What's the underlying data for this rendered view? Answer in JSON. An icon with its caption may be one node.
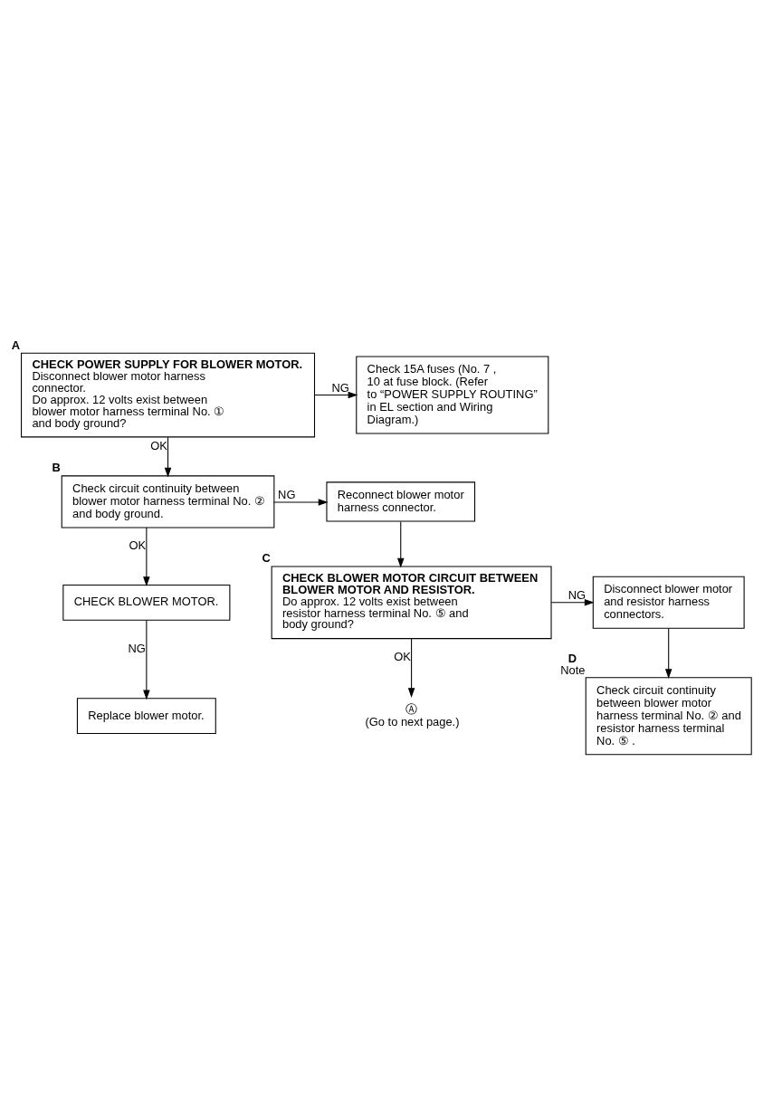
{
  "diagram": {
    "nodes": [
      {
        "text": [
          "CHECK POWER SUPPLY FOR BLOWER MOTOR.",
          "Disconnect blower motor harness connector.",
          "Do approx. 12 volts exist between blower motor harness terminal No. ① and body ground?"
        ],
        "beside": [
          "A"
        ]
      },
      {
        "text": [
          "Check 15A fuses (No. 7 , 10 at fuse block. (Refer to “POWER SUPPLY ROUTING” in EL section and Wiring Diagram.)"
        ]
      },
      {
        "text": [
          "Check circuit continuity between blower motor harness terminal No. ② and body ground."
        ],
        "beside": [
          "B"
        ]
      },
      {
        "text": [
          "Reconnect blower motor harness connector."
        ]
      },
      {
        "text": [
          "CHECK BLOWER MOTOR."
        ]
      },
      {
        "text": [
          "Replace blower motor."
        ]
      },
      {
        "text": [
          "CHECK BLOWER MOTOR CIRCUIT BETWEEN BLOWER MOTOR AND RESISTOR.",
          "Do approx. 12 volts exist between resistor harness terminal No. ⑤ and body ground?"
        ],
        "beside": [
          "C"
        ]
      },
      {
        "text": [
          "Disconnect blower motor and resistor harness connectors."
        ]
      },
      {
        "text": [
          "Check circuit continuity between blower motor harness terminal No. ② and resistor harness terminal No. ⑤ ."
        ],
        "beside": [
          "D",
          "Note"
        ]
      },
      {
        "text": [
          "Ⓐ",
          "(Go to next page.)"
        ]
      }
    ],
    "edges": [
      {
        "from": 0,
        "to": 1,
        "arrow": "to",
        "label": "NG"
      },
      {
        "from": 0,
        "to": 2,
        "arrow": "to",
        "label": "OK"
      },
      {
        "from": 2,
        "to": 3,
        "arrow": "to",
        "label": "NG"
      },
      {
        "from": 2,
        "to": 4,
        "arrow": "to",
        "label": "OK"
      },
      {
        "from": 4,
        "to": 5,
        "arrow": "to",
        "label": "NG"
      },
      {
        "from": 3,
        "to": 6,
        "arrow": "to"
      },
      {
        "from": 6,
        "to": 7,
        "arrow": "to",
        "label": "NG"
      },
      {
        "from": 6,
        "to": 9,
        "arrow": "to",
        "label": "OK"
      },
      {
        "from": 7,
        "to": 8,
        "arrow": "to"
      }
    ]
  }
}
